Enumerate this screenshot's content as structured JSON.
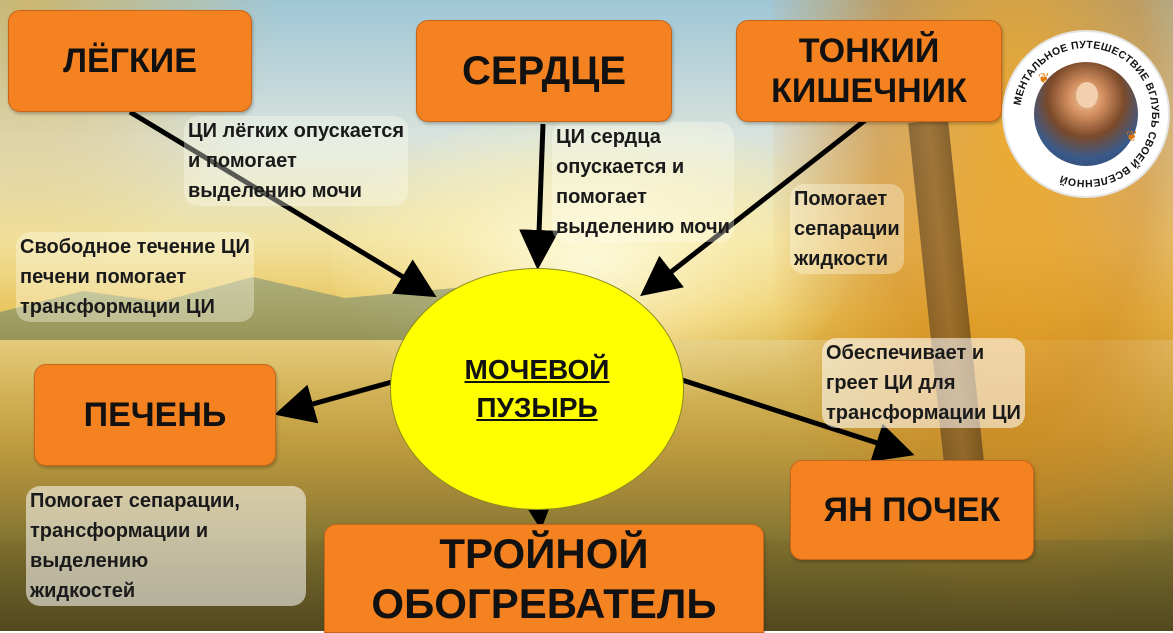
{
  "nodes": {
    "lungs": "ЛЁГКИЕ",
    "heart": "СЕРДЦЕ",
    "small_intestine": [
      "ТОНКИЙ",
      "КИШЕЧНИК"
    ],
    "liver": "ПЕЧЕНЬ",
    "kidney_yang": "ЯН ПОЧЕК",
    "triple_heater": [
      "ТРОЙНОЙ",
      "ОБОГРЕВАТЕЛЬ"
    ],
    "bladder": [
      "МОЧЕВОЙ",
      "ПУЗЫРЬ"
    ]
  },
  "notes": {
    "lungs": [
      "ЦИ лёгких опускается",
      "и помогает",
      "выделению мочи"
    ],
    "heart": [
      "ЦИ сердца",
      "опускается и",
      "помогает",
      "выделению мочи"
    ],
    "small_intestine": [
      "Помогает",
      "сепарации",
      "жидкости"
    ],
    "liver": [
      "Свободное течение ЦИ",
      "печени помогает",
      "трансформации ЦИ"
    ],
    "kidney_yang": [
      "Обеспечивает и",
      "греет ЦИ для",
      "трансформации ЦИ"
    ],
    "triple_heater": [
      "Помогает сепарации,",
      "трансформации и",
      "выделению",
      "жидкостей"
    ]
  },
  "logo": {
    "ring_text": "МЕНТАЛЬНОЕ ПУТЕШЕСТВИЕ ВГЛУБЬ СВОЕЙ ВСЕЛЕННОЙ",
    "icon": "woman-portrait-icon"
  },
  "colors": {
    "node_fill": "#f58220",
    "center_fill": "#ffff00",
    "arrow": "#000000"
  }
}
